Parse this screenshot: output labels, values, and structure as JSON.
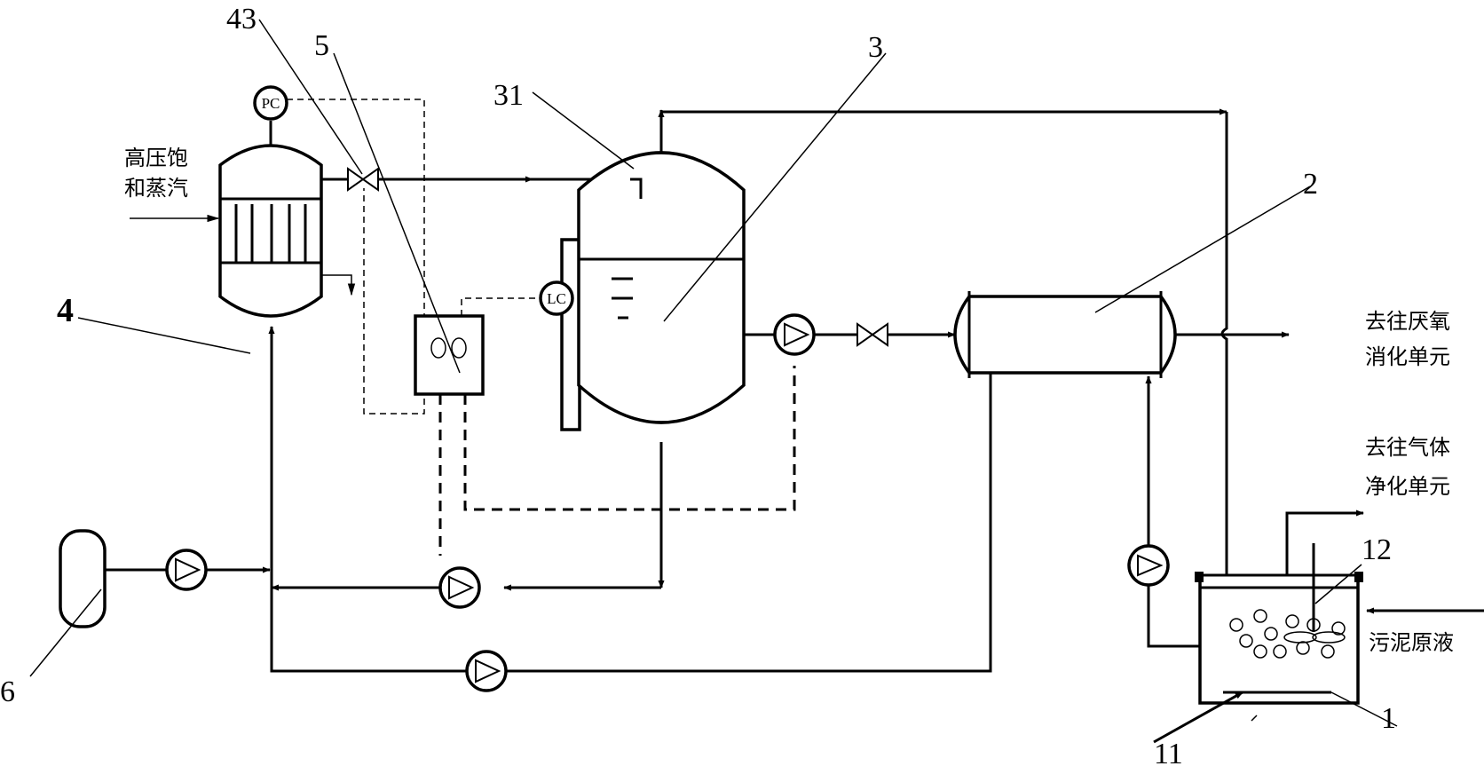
{
  "labels": {
    "n1": "1",
    "n2": "2",
    "n3": "3",
    "n4": "4",
    "n5": "5",
    "n6": "6",
    "n11": "11",
    "n12": "12",
    "n31": "31",
    "n43": "43"
  },
  "instruments": {
    "pc": "PC",
    "lc": "LC"
  },
  "text": {
    "steam_line1": "高压饱",
    "steam_line2": "和蒸汽",
    "anaerobic_line1": "去往厌氧",
    "anaerobic_line2": "消化单元",
    "gas_line1": "去往气体",
    "gas_line2": "净化单元",
    "sludge_feed": "污泥原液"
  }
}
